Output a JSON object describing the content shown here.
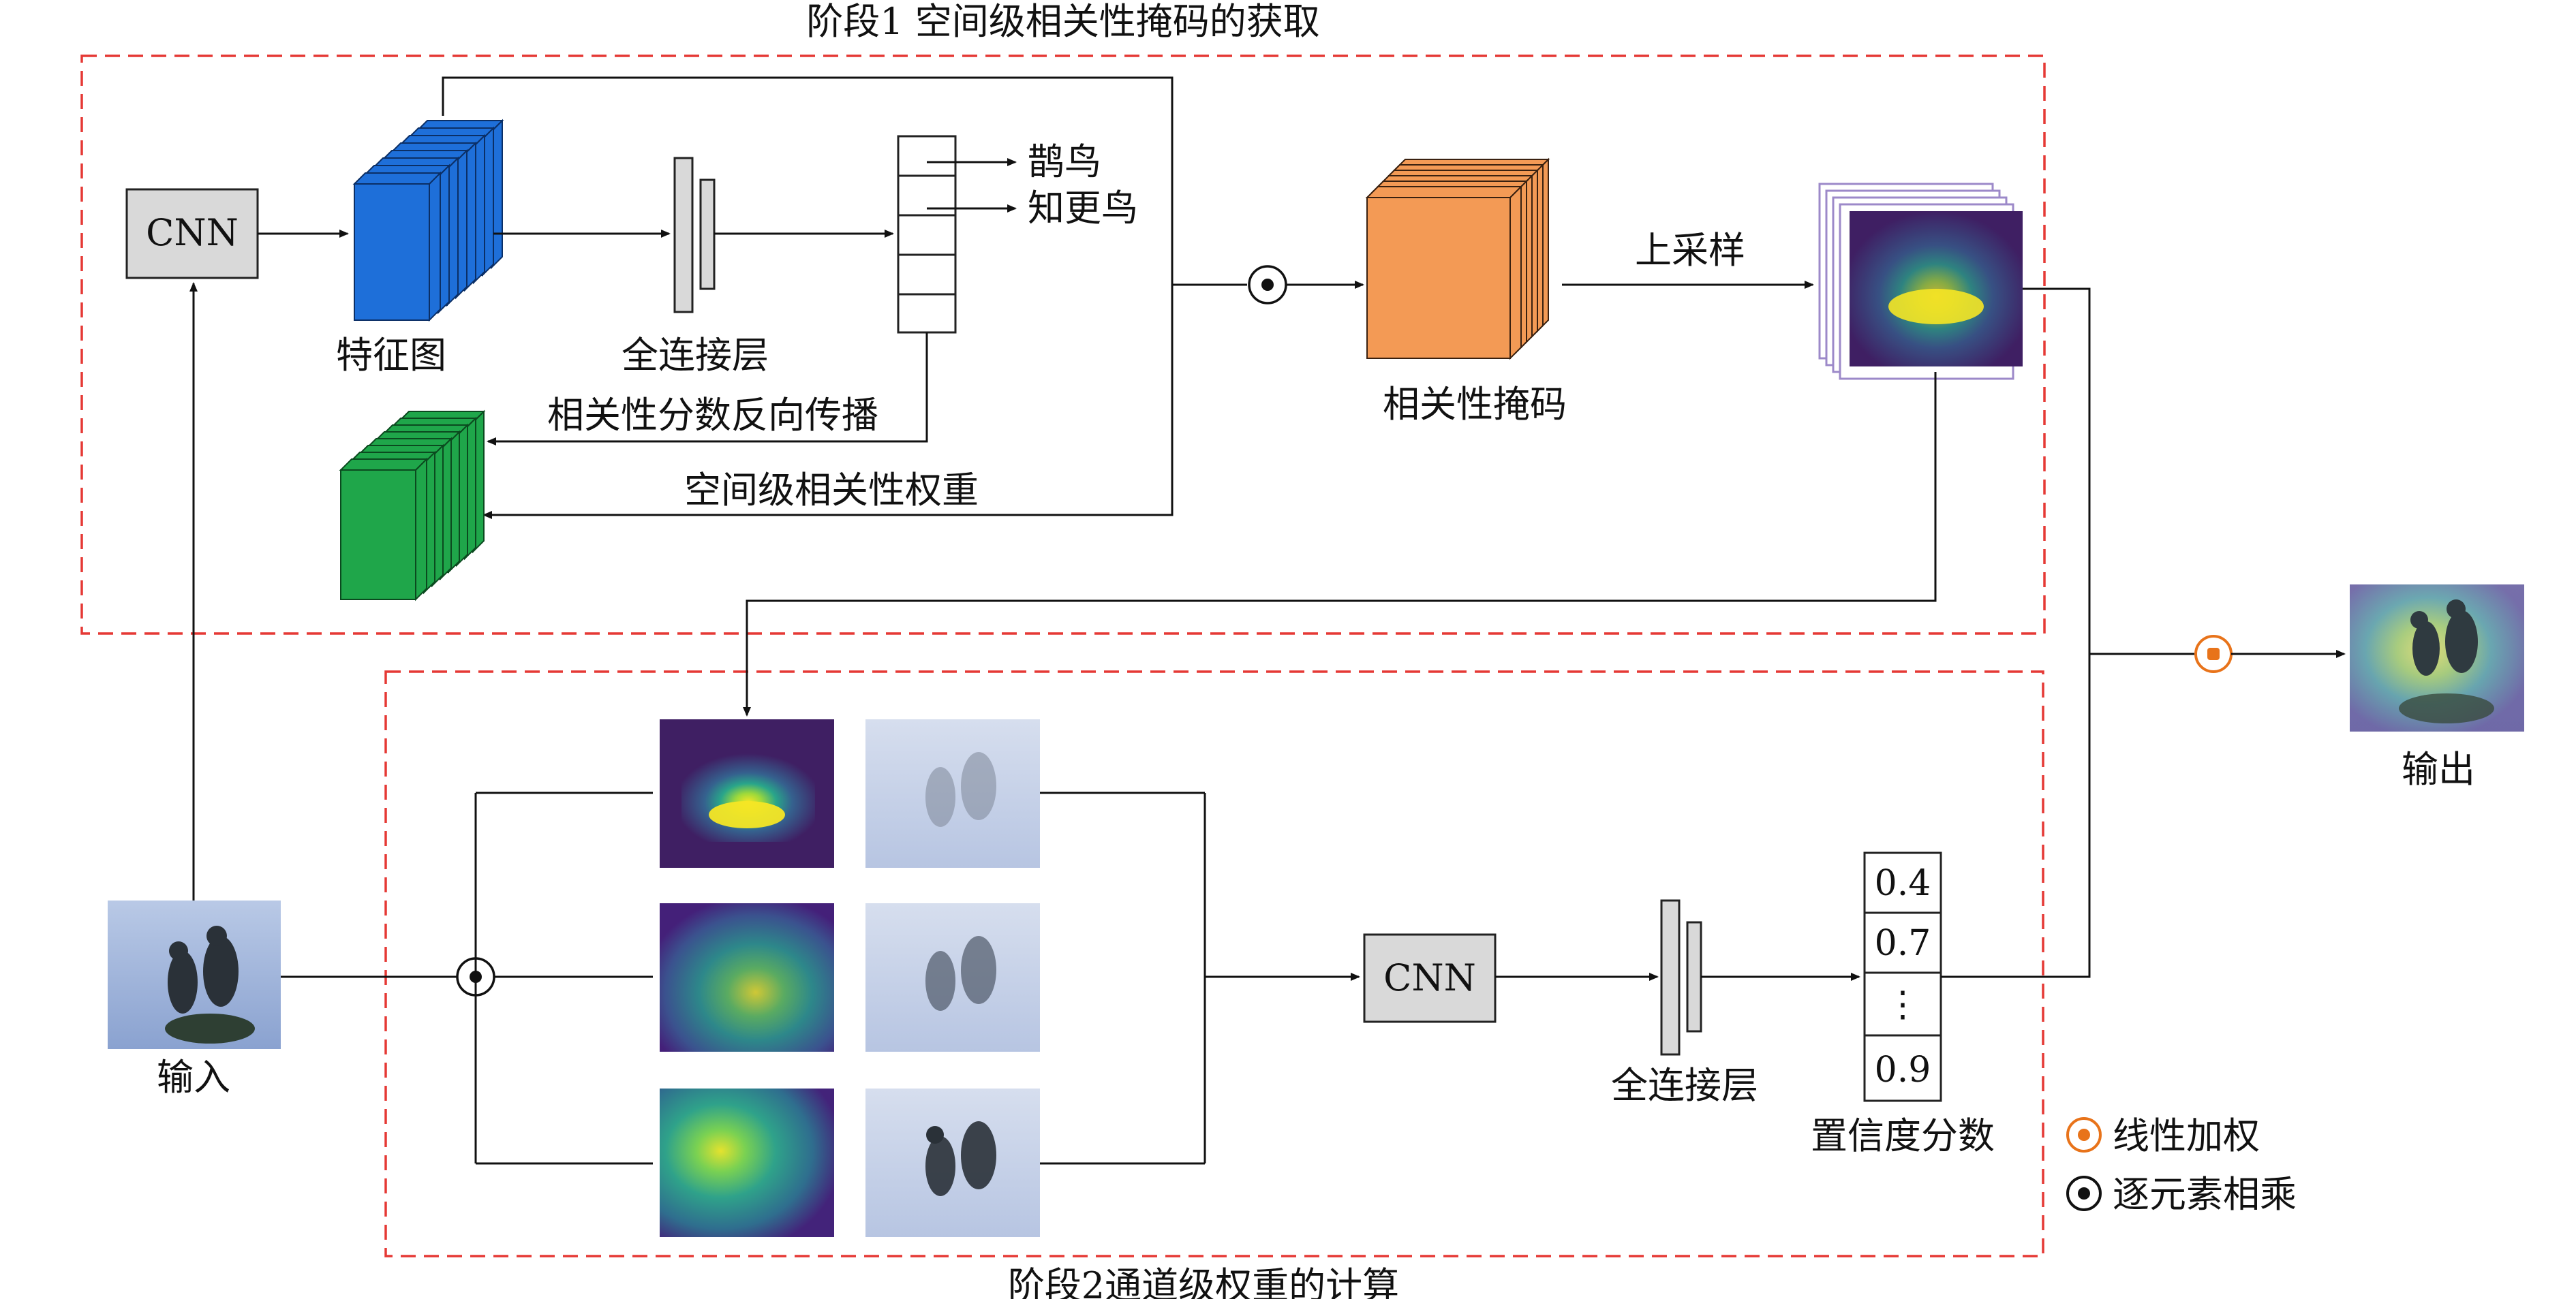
{
  "stage1": {
    "title": "阶段1 空间级相关性掩码的获取"
  },
  "stage2": {
    "title": "阶段2通道级权重的计算"
  },
  "blocks": {
    "cnn1": "CNN",
    "cnn2": "CNN",
    "feature_map": "特征图",
    "fc1": "全连接层",
    "fc2": "全连接层",
    "relevance_mask": "相关性掩码",
    "upsample": "上采样",
    "backprop": "相关性分数反向传播",
    "spatial_weight": "空间级相关性权重",
    "input": "输入",
    "output": "输出",
    "confidence": "置信度分数"
  },
  "classes": [
    "鹊鸟",
    "知更鸟"
  ],
  "scores": [
    "0.4",
    "0.7",
    "⋮",
    "0.9"
  ],
  "legend": [
    {
      "label": "线性加权",
      "color": "#E8731A"
    },
    {
      "label": "逐元素相乘",
      "color": "#111111"
    }
  ],
  "colors": {
    "dashed_border": "#E53935",
    "feature_blue": "#1E6FD9",
    "weight_green": "#1FA64A",
    "mask_orange": "#F39A55",
    "box_gray": "#D9D9D9",
    "heat_dark": "#3B1F5C",
    "heat_mid": "#2E8E8C",
    "heat_hot": "#F3E32A"
  }
}
